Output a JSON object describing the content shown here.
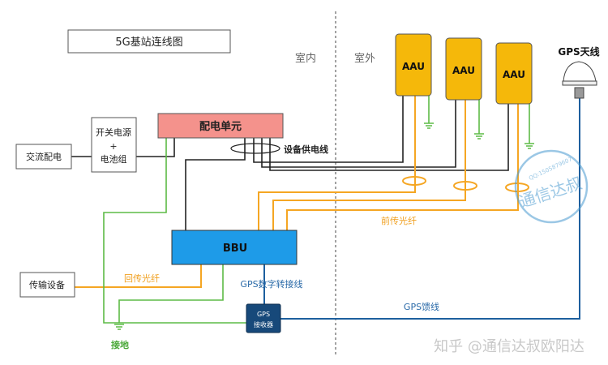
{
  "title": "5G基站连线图",
  "zones": {
    "indoor": "室内",
    "outdoor": "室外"
  },
  "nodes": {
    "ac_power": "交流配电",
    "switch_power_line1": "开关电源",
    "switch_power_plus": "+",
    "switch_power_line2": "电池组",
    "power_distribution": "配电单元",
    "bbu": "BBU",
    "transmission": "传输设备",
    "gps_receiver_line1": "GPS",
    "gps_receiver_line2": "接收器",
    "aau": [
      "AAU",
      "AAU",
      "AAU"
    ],
    "gps_antenna": "GPS天线"
  },
  "links": {
    "equipment_power": "设备供电线",
    "fronthaul": "前传光纤",
    "backhaul": "回传光纤",
    "gps_digital": "GPS数字转接线",
    "gps_feeder": "GPS馈线",
    "ground": "接地"
  },
  "watermark": {
    "text": "知乎 @通信达叔欧阳达",
    "stamp_main": "通信达叔",
    "stamp_top": "QQ:1505879607"
  },
  "colors": {
    "power_unit": "#f4928c",
    "bbu": "#1e9be8",
    "aau": "#f5b80a",
    "gps_receiver": "#17497a",
    "fiber": "#f5a623",
    "ground": "#5dbb46",
    "power_line": "#222222",
    "gps_line": "#1d5f9e"
  }
}
